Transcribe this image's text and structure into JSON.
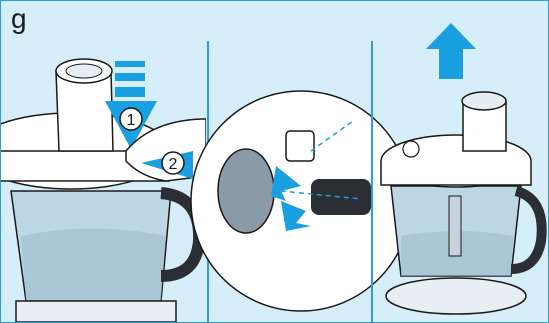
{
  "figure": {
    "step_letter": "g",
    "callouts": {
      "one": "1",
      "two": "2"
    },
    "colors": {
      "background": "#d6eef9",
      "frame": "#2a9fd8",
      "accent_arrow": "#1aa0e0",
      "outline": "#1a1a1a",
      "bowl": "#bcd6e4",
      "handle": "#2b2f34"
    },
    "panels": [
      {
        "name": "lid-locking",
        "icons": [
          "arrow-down-icon",
          "arrow-left-icon"
        ]
      },
      {
        "name": "lid-latch-closeup",
        "icons": [
          "double-arrow-icon"
        ]
      },
      {
        "name": "feed-tube-lift",
        "icons": [
          "arrow-up-icon"
        ]
      }
    ]
  }
}
